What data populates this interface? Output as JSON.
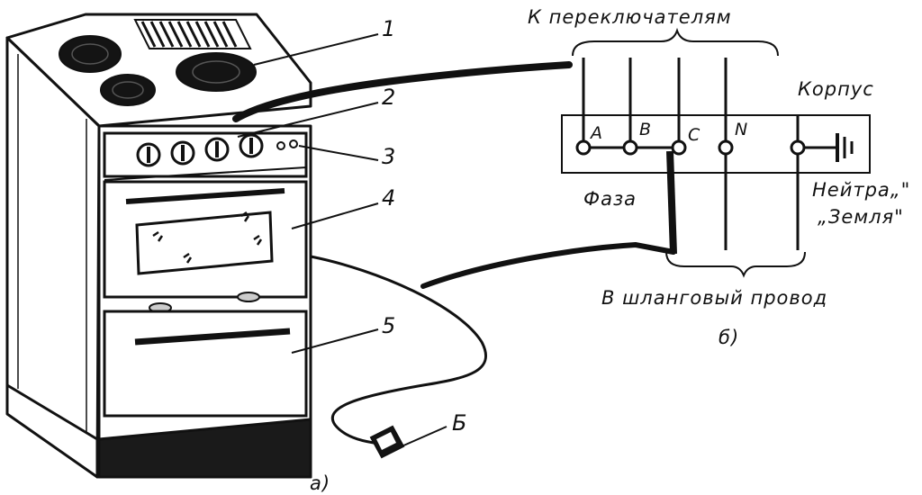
{
  "stove": {
    "callouts": [
      "1",
      "2",
      "3",
      "4",
      "5"
    ],
    "plug_label": "Б",
    "caption": "а)"
  },
  "scheme": {
    "top_label": "К переключателям",
    "body_label": "Корпус",
    "terminals": [
      "A",
      "B",
      "C",
      "N"
    ],
    "phase_label": "Фаза",
    "neutral_label": "Нейтра„\"",
    "earth_label": "„Земля\"",
    "cable_label": "В шланговый провод",
    "caption": "б)"
  },
  "colors": {
    "ink": "#111111",
    "paper": "#ffffff"
  }
}
